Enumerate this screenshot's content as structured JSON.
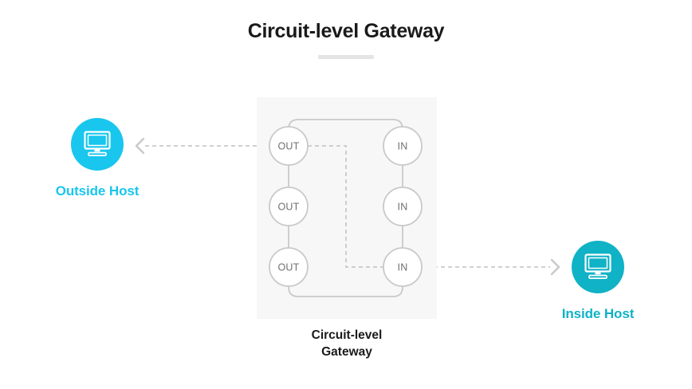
{
  "page": {
    "title": "Circuit-level Gateway",
    "background": "#ffffff"
  },
  "colors": {
    "outside_accent": "#19c6ee",
    "inside_accent": "#10b2c6",
    "panel_background": "#f7f7f7",
    "line_gray": "#c9c9c9",
    "node_text": "#6f6f6f",
    "title_text": "#1a1a1a",
    "divider": "#e4e4e4"
  },
  "hosts": {
    "outside": {
      "label": "Outside Host",
      "icon": "desktop-monitor-icon"
    },
    "inside": {
      "label": "Inside Host",
      "icon": "desktop-monitor-icon"
    }
  },
  "gateway": {
    "caption_line1": "Circuit-level",
    "caption_line2": "Gateway",
    "out_nodes": [
      {
        "label": "OUT"
      },
      {
        "label": "OUT"
      },
      {
        "label": "OUT"
      }
    ],
    "in_nodes": [
      {
        "label": "IN"
      },
      {
        "label": "IN"
      },
      {
        "label": "IN"
      }
    ]
  },
  "connectors": {
    "outside": {
      "name": "outside-host-to-gateway",
      "style": "dashed-bidirectional"
    },
    "inside": {
      "name": "gateway-to-inside-host",
      "style": "dashed-bidirectional"
    },
    "internal": {
      "name": "circuit-relay-path",
      "style": "dashed"
    }
  }
}
